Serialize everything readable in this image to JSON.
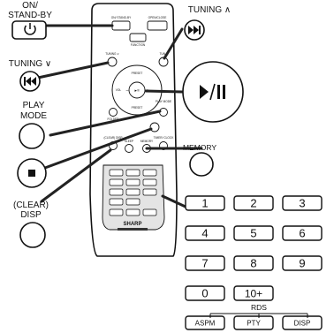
{
  "labels": {
    "on_standby": [
      "ON/",
      "STAND-BY"
    ],
    "tuning_up": "TUNING ∧",
    "tuning_down": "TUNING ∨",
    "play_mode": [
      "PLAY",
      "MODE"
    ],
    "clear_disp": [
      "(CLEAR)",
      "DISP"
    ],
    "memory": "MEMORY",
    "rds": "RDS",
    "brand": "SHARP",
    "play_pause_symbol": "▶/II",
    "stop_symbol": "■",
    "prev_symbol": "⏮",
    "next_symbol": "⏭",
    "power_symbol": "⏻"
  },
  "keypad": {
    "rows": [
      [
        "1",
        "2",
        "3"
      ],
      [
        "4",
        "5",
        "6"
      ],
      [
        "7",
        "8",
        "9"
      ],
      [
        "0",
        "10+"
      ]
    ],
    "rds_keys": [
      "ASPM",
      "PTY",
      "DISP"
    ]
  },
  "remote_labels": {
    "on_standby": "ON/ STAND-BY",
    "open_close": "OPEN/CLOSE",
    "function": "FUNCTION",
    "tuning_down": "TUNING ∨",
    "tuning_up": "TUN∧",
    "preset_up": "PRESET",
    "preset_down": "PRESET",
    "vol": "VOL",
    "folder": "FOLDER",
    "play_mode": "PLAY MODE",
    "clear_disp": "(CLEAR) DISP",
    "sleep": "SLEEP",
    "memory": "MEMORY",
    "timer_clock": "TIMER/ CLOCK",
    "play_pause": "▶/II"
  }
}
